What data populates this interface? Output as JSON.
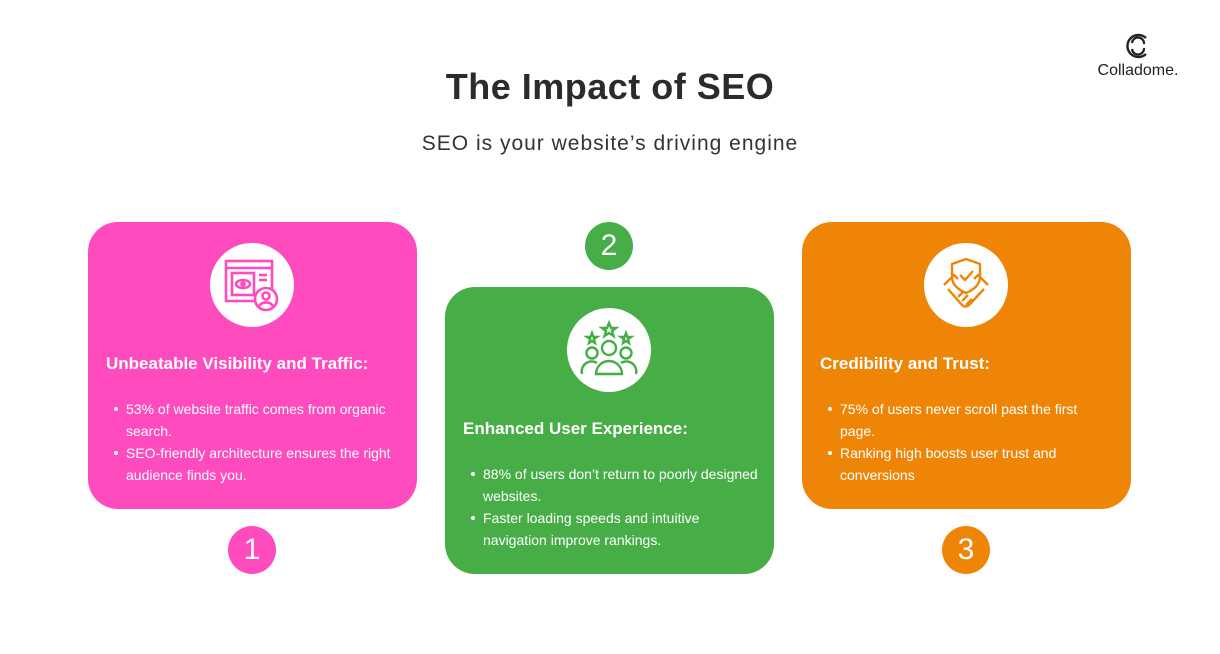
{
  "header": {
    "title": "The Impact of SEO",
    "subtitle": "SEO is your website’s driving engine"
  },
  "logo": {
    "text": "Colladome."
  },
  "colors": {
    "pink": "#FF4BBE",
    "green": "#47AD47",
    "orange": "#EE8506"
  },
  "cards": [
    {
      "number": "1",
      "icon": "webpage-eye-user-icon",
      "title": "Unbeatable Visibility and Traffic:",
      "bullets": [
        "53% of website traffic comes from organic search.",
        "SEO-friendly architecture ensures the right audience finds you."
      ]
    },
    {
      "number": "2",
      "icon": "users-stars-icon",
      "title": "Enhanced User Experience:",
      "bullets": [
        "88% of users don’t return to poorly designed websites.",
        "Faster loading speeds and intuitive navigation improve rankings."
      ]
    },
    {
      "number": "3",
      "icon": "handshake-shield-icon",
      "title": "Credibility and Trust:",
      "bullets": [
        "75% of users never scroll past the first page.",
        "Ranking high boosts user trust and conversions"
      ]
    }
  ]
}
